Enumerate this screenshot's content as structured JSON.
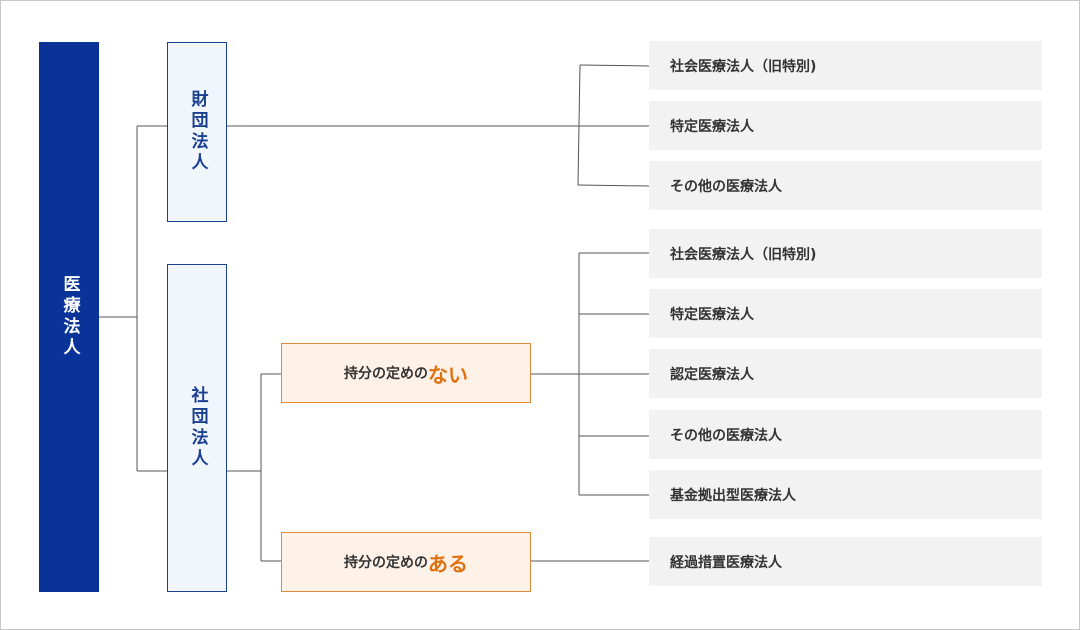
{
  "diagram": {
    "root": {
      "label": "医療法人"
    },
    "zaidan": {
      "label": "財団法人",
      "children": [
        "社会医療法人（旧特別)",
        "特定医療法人",
        "その他の医療法人"
      ]
    },
    "shadan": {
      "label": "社団法人",
      "mochibun_nai": {
        "prefix": "持分の定めの",
        "emphasis": "ない",
        "children": [
          "社会医療法人（旧特別)",
          "特定医療法人",
          "認定医療法人",
          "その他の医療法人",
          "基金拠出型医療法人"
        ]
      },
      "mochibun_aru": {
        "prefix": "持分の定めの",
        "emphasis": "ある",
        "children": [
          "経過措置医療法人"
        ]
      }
    },
    "colors": {
      "root_fill": "#0a3399",
      "corp_border": "#1a3f8f",
      "corp_fill": "#f1f5fc",
      "mochibun_border": "#e08a3c",
      "mochibun_fill": "#fdf1e8",
      "emphasis": "#e0710f",
      "leaf_fill": "#f2f2f2",
      "connector": "#555555"
    }
  }
}
